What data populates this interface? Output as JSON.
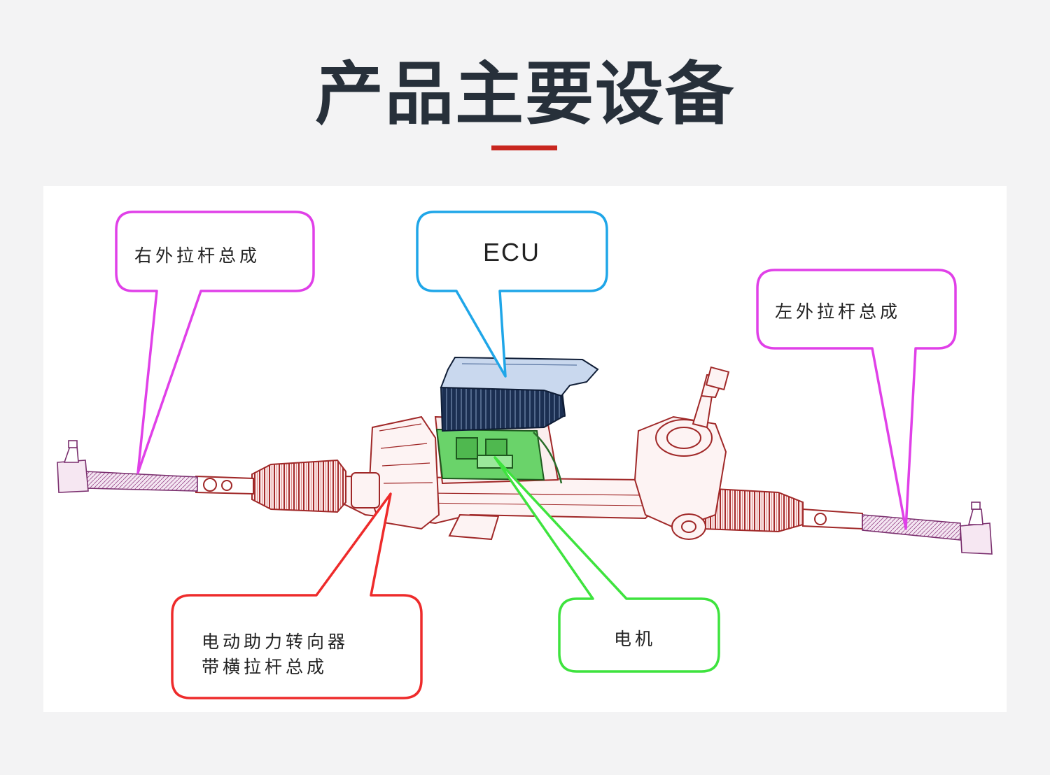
{
  "page": {
    "title": "产品主要设备",
    "accent_color": "#c8261f",
    "title_color": "#27303a"
  },
  "diagram": {
    "subject": "electric power steering gear assembly",
    "callouts": {
      "right_tie_rod": {
        "text": "右外拉杆总成",
        "color": "#e040e8"
      },
      "ecu": {
        "text": "ECU",
        "color": "#1fa6e8"
      },
      "left_tie_rod": {
        "text": "左外拉杆总成",
        "color": "#e040e8"
      },
      "steering_gear": {
        "line1": "电动助力转向器",
        "line2": "带横拉杆总成",
        "color": "#ee2b2b"
      },
      "motor": {
        "text": "电机",
        "color": "#3ee33e"
      }
    }
  }
}
